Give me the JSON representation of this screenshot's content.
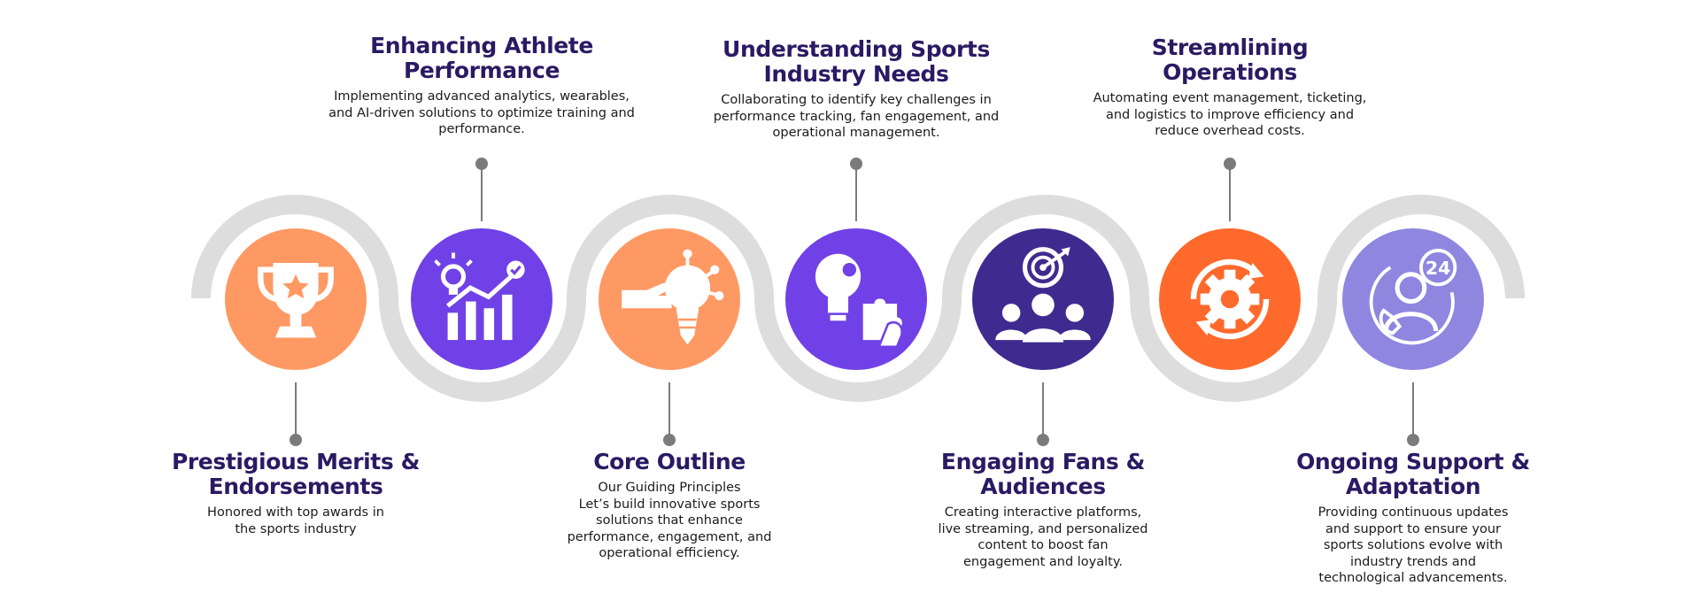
{
  "colors": {
    "wave": "#dddddd",
    "stem": "#7b7b7b",
    "title": "#2a1a63",
    "text": "#1b1b1b"
  },
  "steps": [
    {
      "title": "Prestigious Merits &\nEndorsements",
      "description": "Honored with top awards in\nthe sports industry",
      "icon": "trophy-icon",
      "color": "#ff9964"
    },
    {
      "title": "Enhancing Athlete\nPerformance",
      "description": "Implementing advanced analytics, wearables,\nand AI-driven solutions to optimize training and\nperformance.",
      "icon": "growth-chart-icon",
      "color": "#7041e6"
    },
    {
      "title": "Core Outline",
      "description": "Our Guiding Principles\nLet’s build innovative sports\nsolutions that enhance\nperformance, engagement, and\noperational efficiency.",
      "icon": "hand-lightbulb-icon",
      "color": "#ff9964"
    },
    {
      "title": "Understanding Sports\nIndustry Needs",
      "description": "Collaborating to identify key challenges in\nperformance tracking, fan engagement, and\noperational management.",
      "icon": "puzzle-lightbulb-icon",
      "color": "#7041e6"
    },
    {
      "title": "Engaging Fans &\nAudiences",
      "description": "Creating interactive platforms,\nlive streaming, and personalized\ncontent to boost fan\nengagement and loyalty.",
      "icon": "target-audience-icon",
      "color": "#3f2b8f"
    },
    {
      "title": "Streamlining\nOperations",
      "description": "Automating event management, ticketing,\nand logistics to improve efficiency and\nreduce overhead costs.",
      "icon": "gear-cycle-icon",
      "color": "#ff6a2c"
    },
    {
      "title": "Ongoing Support &\nAdaptation",
      "description": "Providing continuous updates\nand support to ensure your\nsports solutions evolve with\nindustry trends and\ntechnological advancements.",
      "icon": "support-24-icon",
      "color": "#8f86e0"
    }
  ]
}
